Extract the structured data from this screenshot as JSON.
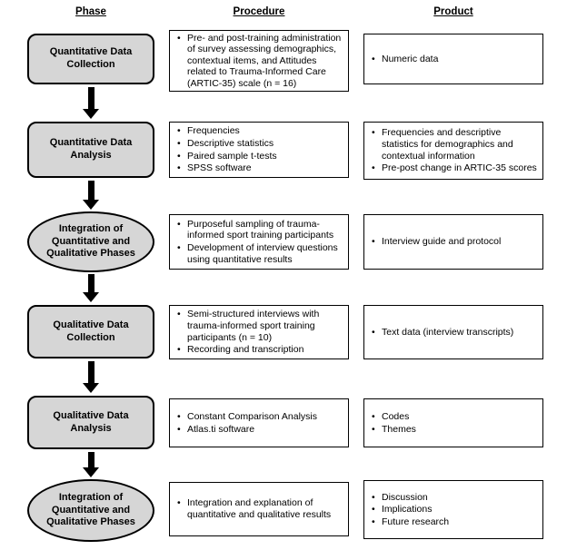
{
  "headers": {
    "phase": "Phase",
    "procedure": "Procedure",
    "product": "Product"
  },
  "colors": {
    "phase_fill": "#d6d6d6",
    "box_border": "#000000",
    "background": "#ffffff"
  },
  "rows": [
    {
      "phase": "Quantitative Data Collection",
      "shape": "rounded-rect",
      "procedure": [
        "Pre- and post-training administration of survey assessing demographics, contextual items, and Attitudes related to Trauma-Informed Care (ARTIC-35) scale (n = 16)"
      ],
      "product": [
        "Numeric data"
      ]
    },
    {
      "phase": "Quantitative Data Analysis",
      "shape": "rounded-rect",
      "procedure": [
        "Frequencies",
        "Descriptive statistics",
        "Paired sample t-tests",
        "SPSS software"
      ],
      "product": [
        "Frequencies and descriptive statistics for demographics and contextual information",
        "Pre-post change in ARTIC-35 scores"
      ]
    },
    {
      "phase": "Integration of Quantitative and Qualitative Phases",
      "shape": "ellipse",
      "procedure": [
        "Purposeful sampling of trauma-informed sport training participants",
        "Development of interview questions using quantitative results"
      ],
      "product": [
        "Interview guide and protocol"
      ]
    },
    {
      "phase": "Qualitative Data Collection",
      "shape": "rounded-rect",
      "procedure": [
        "Semi-structured interviews with trauma-informed sport training participants (n = 10)",
        "Recording and transcription"
      ],
      "product": [
        "Text data (interview transcripts)"
      ]
    },
    {
      "phase": "Qualitative Data Analysis",
      "shape": "rounded-rect",
      "procedure": [
        "Constant Comparison Analysis",
        "Atlas.ti software"
      ],
      "product": [
        "Codes",
        "Themes"
      ]
    },
    {
      "phase": "Integration of Quantitative and Qualitative Phases",
      "shape": "ellipse",
      "procedure": [
        "Integration and explanation of quantitative and qualitative results"
      ],
      "product": [
        "Discussion",
        "Implications",
        "Future research"
      ]
    }
  ]
}
